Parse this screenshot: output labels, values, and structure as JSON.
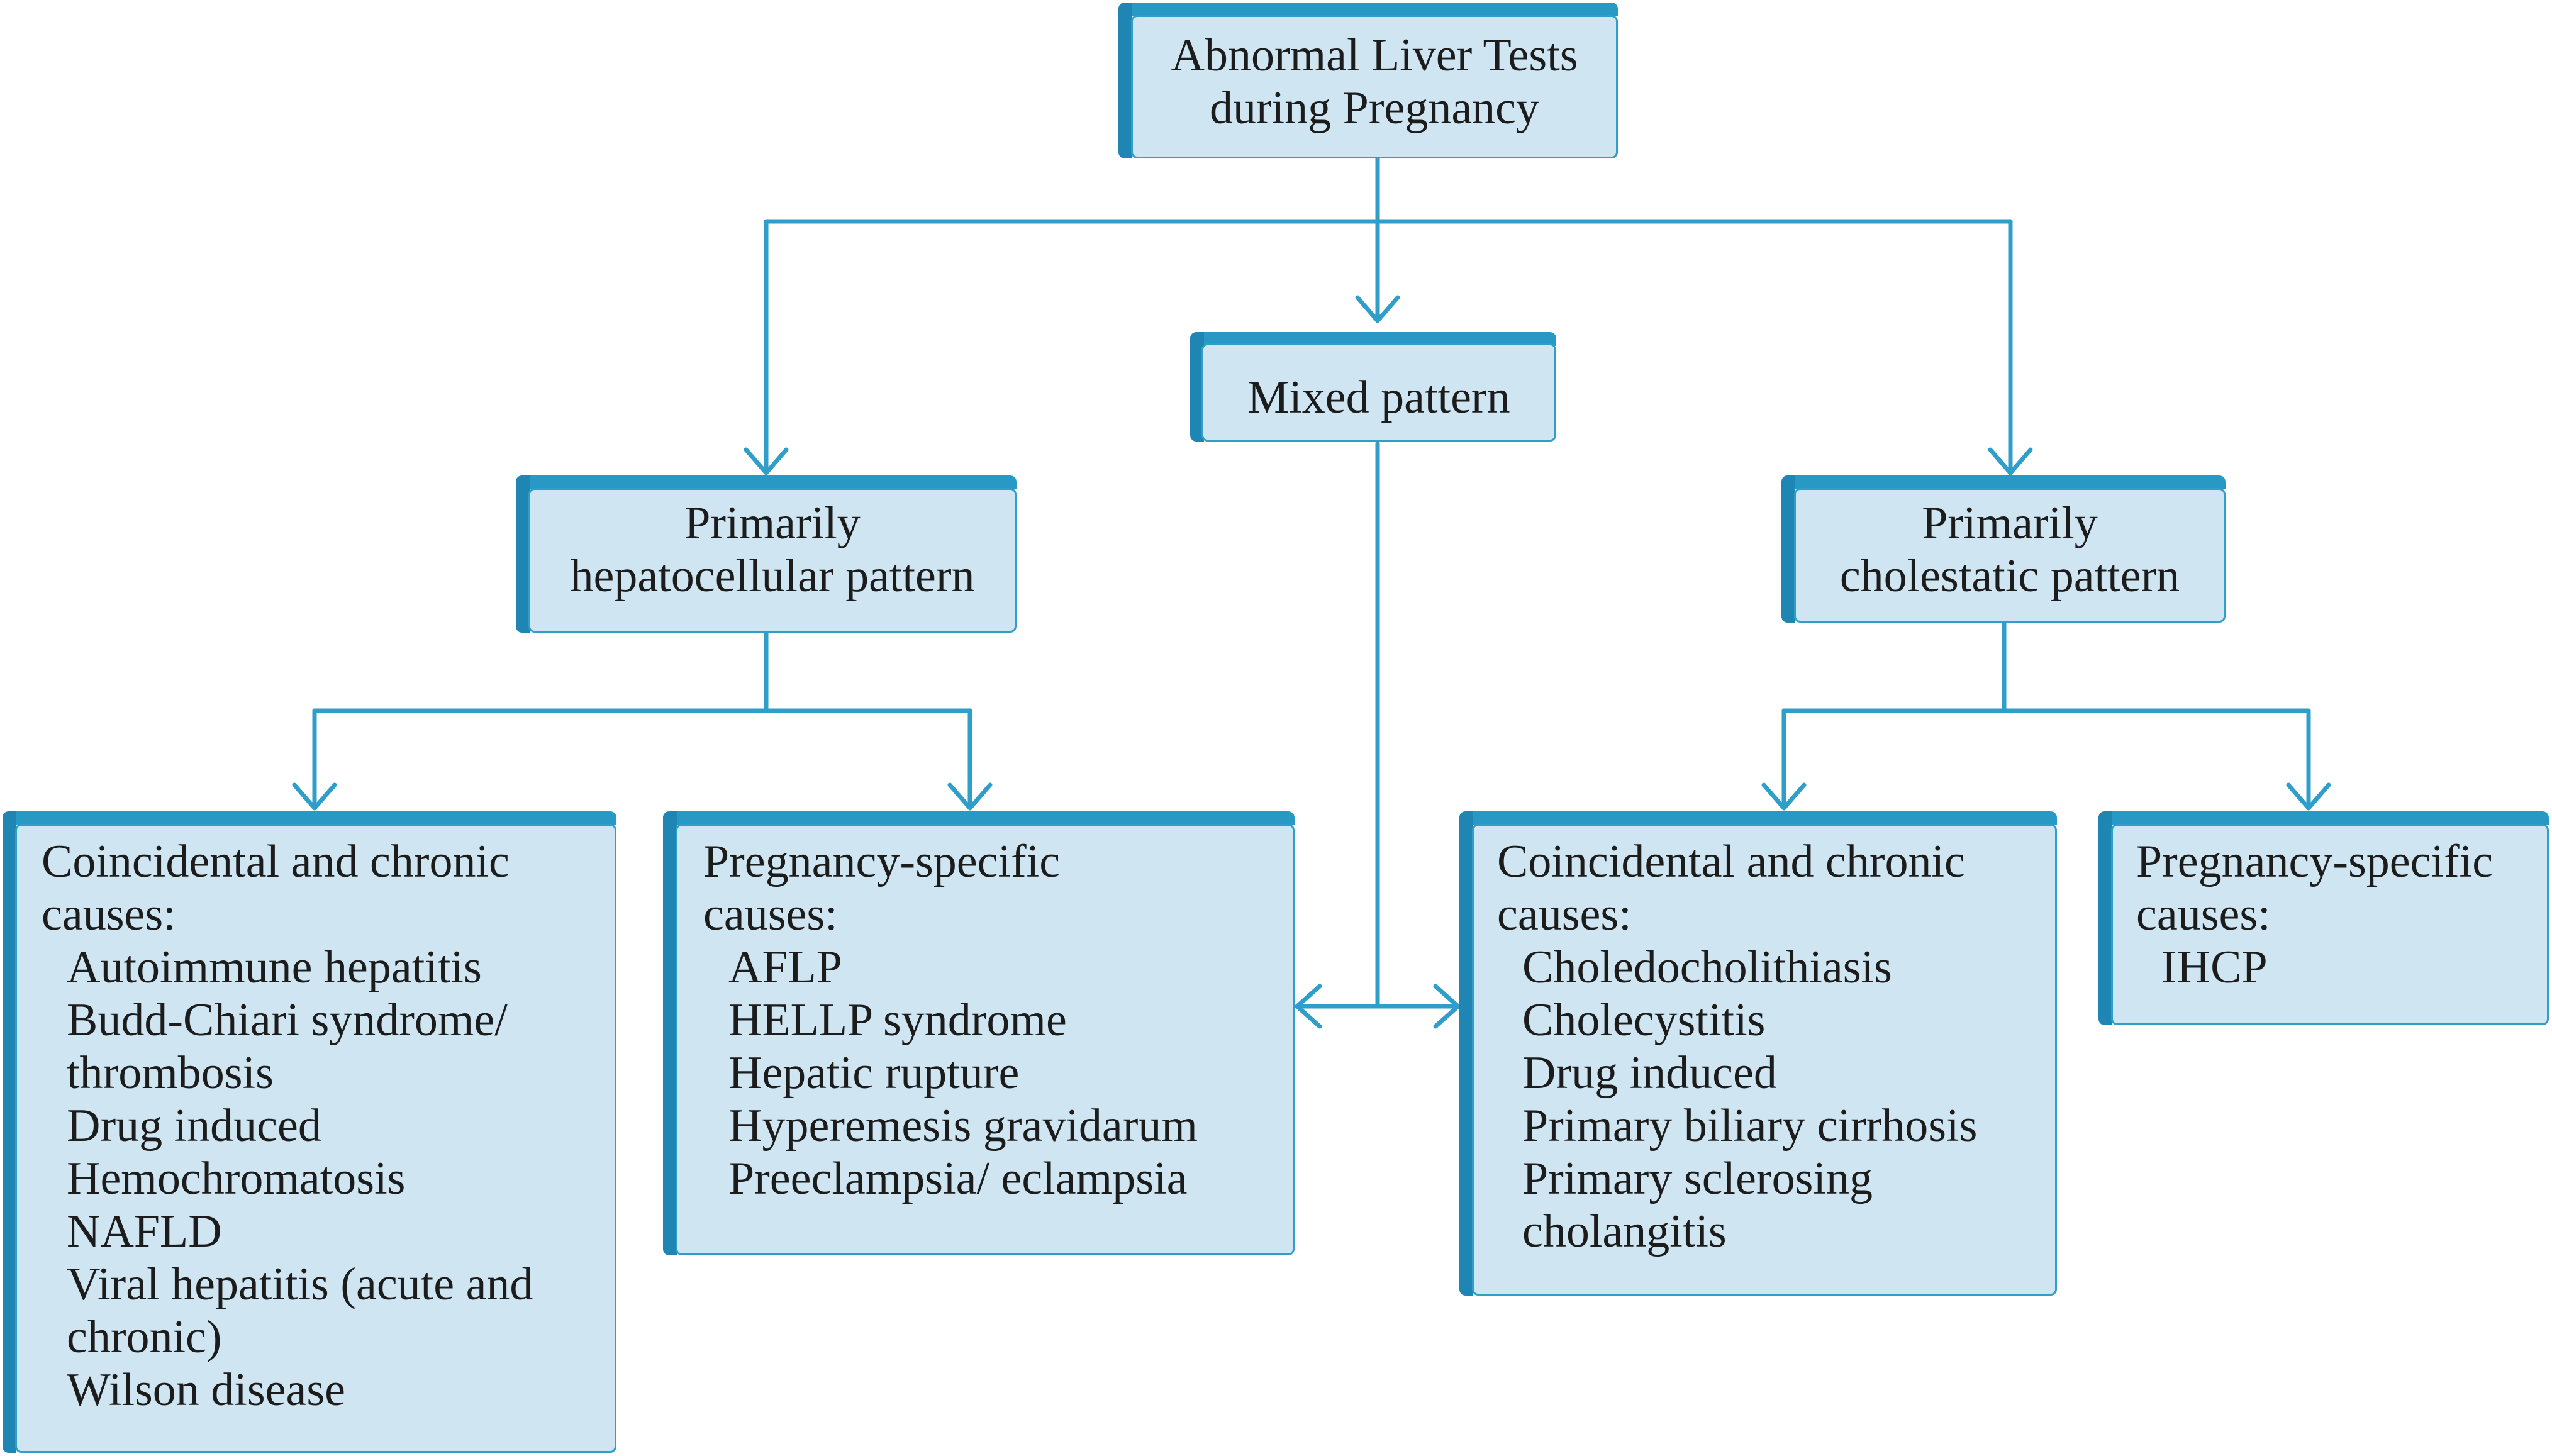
{
  "root": {
    "line1": "Abnormal Liver Tests",
    "line2": "during Pregnancy"
  },
  "mixed": {
    "label": "Mixed pattern"
  },
  "hepatocellular": {
    "line1": "Primarily",
    "line2": "hepatocellular pattern"
  },
  "cholestatic": {
    "line1": "Primarily",
    "line2": "cholestatic pattern"
  },
  "hep_chronic": {
    "heading1": "Coincidental and chronic",
    "heading2": "causes:",
    "items": [
      "Autoimmune hepatitis",
      "Budd-Chiari syndrome/",
      "thrombosis",
      "Drug induced",
      "Hemochromatosis",
      "NAFLD",
      "Viral hepatitis (acute and",
      "chronic)",
      "Wilson disease"
    ]
  },
  "hep_pregnancy": {
    "heading1": "Pregnancy-specific",
    "heading2": "causes:",
    "items": [
      "AFLP",
      "HELLP syndrome",
      "Hepatic rupture",
      "Hyperemesis gravidarum",
      "Preeclampsia/ eclampsia"
    ]
  },
  "chol_chronic": {
    "heading1": "Coincidental and chronic",
    "heading2": "causes:",
    "items": [
      "Choledocholithiasis",
      "Cholecystitis",
      "Drug induced",
      "Primary biliary cirrhosis",
      "Primary sclerosing",
      "cholangitis"
    ]
  },
  "chol_pregnancy": {
    "heading1": "Pregnancy-specific",
    "heading2": "causes:",
    "items": [
      "IHCP"
    ]
  },
  "colors": {
    "box_fill": "#cfe6f2",
    "box_edge": "#2898c4",
    "connector": "#2f9ec8"
  }
}
